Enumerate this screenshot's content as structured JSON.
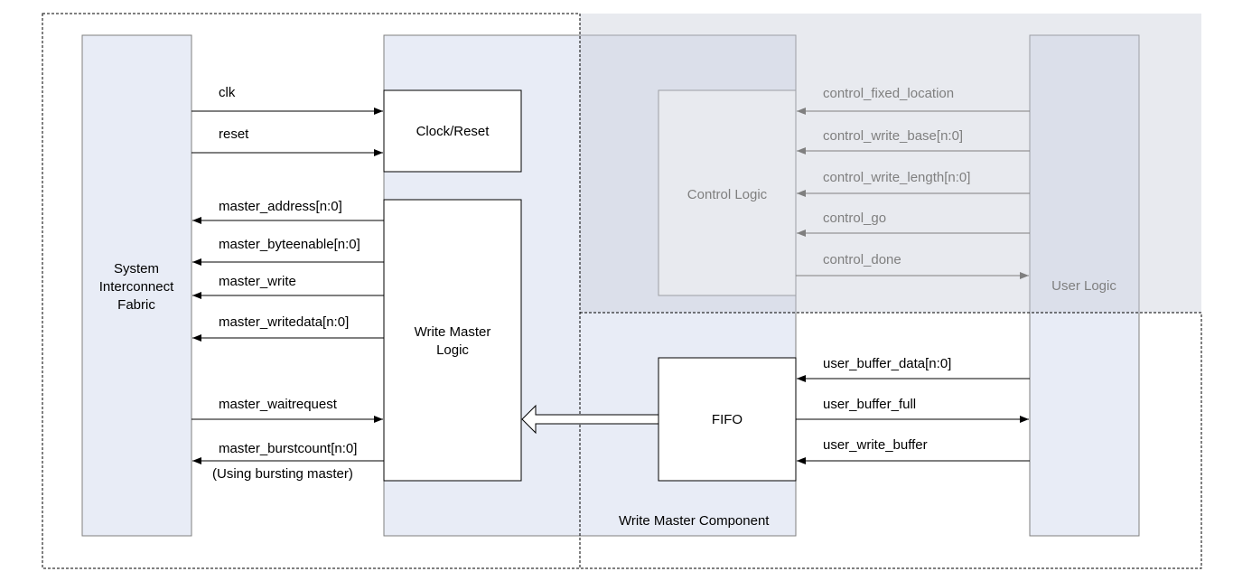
{
  "blocks": {
    "fabric": [
      "System",
      "Interconnect",
      "Fabric"
    ],
    "clock_reset": "Clock/Reset",
    "write_master_logic": [
      "Write Master",
      "Logic"
    ],
    "control_logic": "Control Logic",
    "fifo": "FIFO",
    "user_logic": "User Logic",
    "component": "Write Master Component"
  },
  "signals": {
    "clk": "clk",
    "reset": "reset",
    "master_address": "master_address[n:0]",
    "master_byteenable": "master_byteenable[n:0]",
    "master_write": "master_write",
    "master_writedata": "master_writedata[n:0]",
    "master_waitrequest": "master_waitrequest",
    "master_burstcount": "master_burstcount[n:0]",
    "burst_note": "(Using bursting master)",
    "control_fixed_location": "control_fixed_location",
    "control_write_base": "control_write_base[n:0]",
    "control_write_length": "control_write_length[n:0]",
    "control_go": "control_go",
    "control_done": "control_done",
    "user_buffer_data": "user_buffer_data[n:0]",
    "user_buffer_full": "user_buffer_full",
    "user_write_buffer": "user_write_buffer"
  },
  "colors": {
    "block_fill": "#e8ecf6",
    "shade": "rgba(200,206,218,0.42)",
    "dim_text": "#7f7f7f",
    "line": "#000000"
  }
}
